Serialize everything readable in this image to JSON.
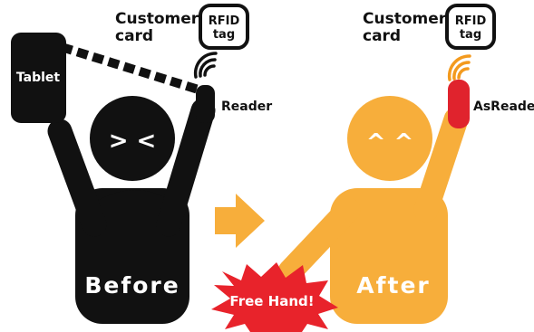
{
  "before": {
    "customer_line1": "Customer",
    "customer_line2": "card",
    "rfid_line1": "RFID",
    "rfid_line2": "tag",
    "device_label": "Tablet",
    "reader_label": "Reader",
    "face": "> <",
    "caption": "Before"
  },
  "after": {
    "customer_line1": "Customer",
    "customer_line2": "card",
    "rfid_line1": "RFID",
    "rfid_line2": "tag",
    "reader_label": "AsReader",
    "face": "^ ^",
    "caption": "After",
    "burst_label": "Free Hand!"
  },
  "colors": {
    "before_figure": "#111111",
    "after_figure": "#f7ae3b",
    "reader_red": "#e0232d",
    "burst_red": "#e8232b",
    "wifi_orange": "#f39a1e"
  }
}
